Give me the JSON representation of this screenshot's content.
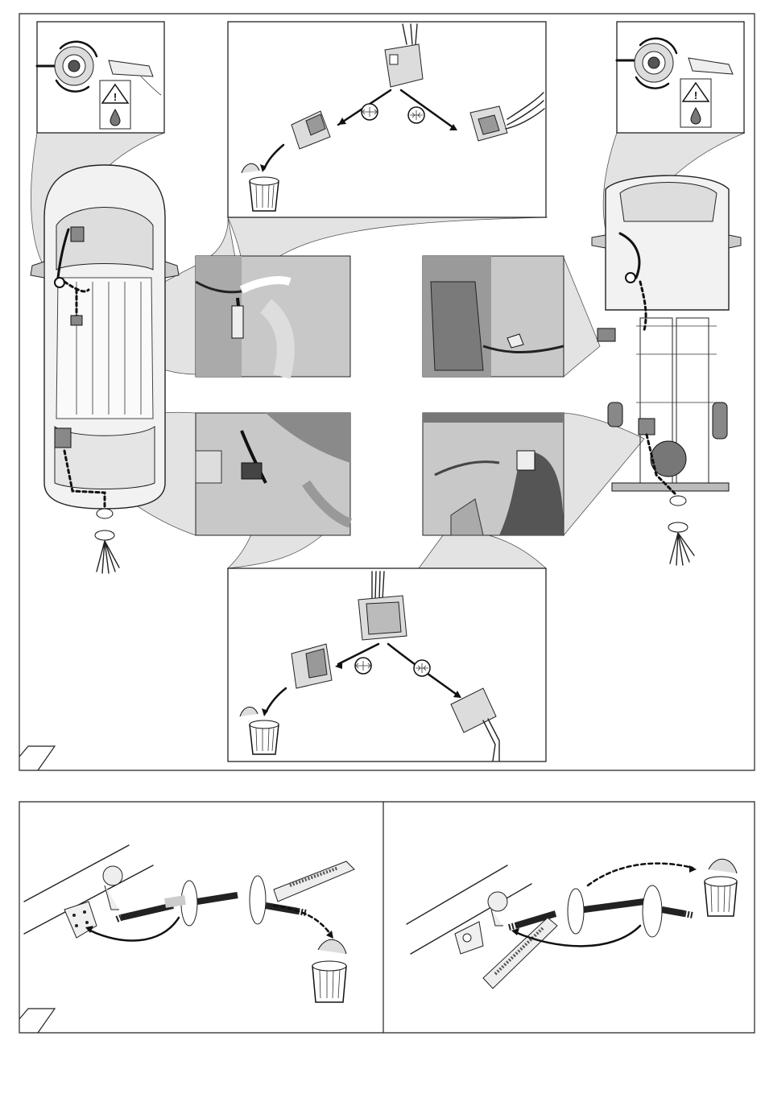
{
  "diagram": {
    "panels": {
      "top_frame": "vehicle-wiring-overview",
      "bottom_left": "socket-mount-step-a",
      "bottom_right": "socket-mount-step-b"
    },
    "icons": [
      "warning-triangle-icon",
      "oil-drop-icon",
      "connect-icon",
      "disconnect-icon",
      "trash-bin-icon",
      "scissor-cutter-icon"
    ],
    "colors": {
      "line": "#222222",
      "photo_grey": "#c8c8c8",
      "zoom_grey": "#e3e3e3"
    }
  }
}
